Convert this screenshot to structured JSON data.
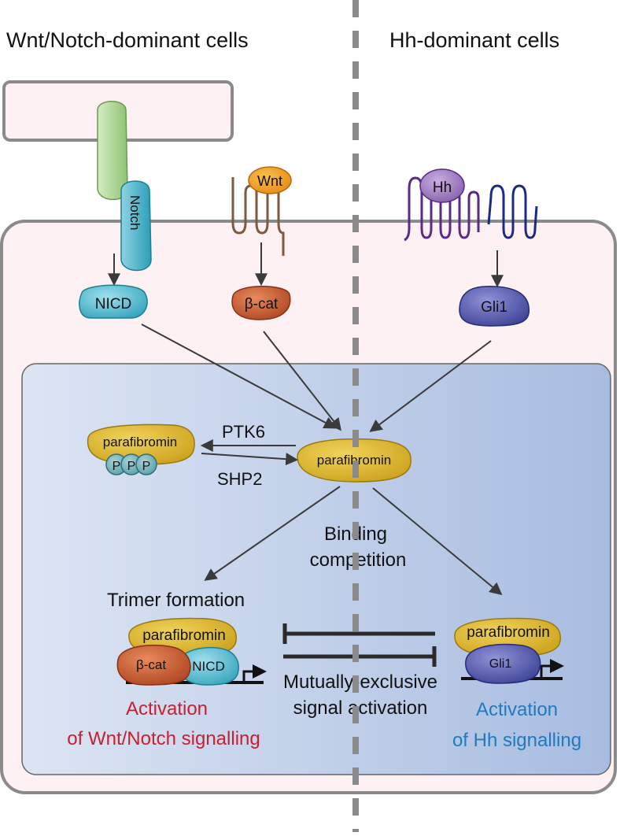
{
  "headers": {
    "left": "Wnt/Notch-dominant cells",
    "right": "Hh-dominant cells"
  },
  "ligands": {
    "notch": "Notch",
    "wnt": "Wnt",
    "hh": "Hh"
  },
  "effectors": {
    "nicd": "NICD",
    "beta_cat": "β-cat",
    "gli1": "Gli1"
  },
  "phospho": {
    "protein": "parafibromin",
    "p1": "P",
    "p2": "P",
    "p3": "P",
    "kinase": "PTK6",
    "phosphatase": "SHP2"
  },
  "center": {
    "protein": "parafibromin",
    "binding_line1": "Binding",
    "binding_line2": "competition"
  },
  "left_complex": {
    "title": "Trimer formation",
    "parafibromin": "parafibromin",
    "beta_cat": "β-cat",
    "nicd": "NICD",
    "result_line1": "Activation",
    "result_line2": "of Wnt/Notch signalling"
  },
  "right_complex": {
    "parafibromin": "parafibromin",
    "gli1": "Gli1",
    "result_line1": "Activation",
    "result_line2": "of Hh signalling"
  },
  "exclusion": {
    "line1": "Mutually-exclusive",
    "line2": "signal activation"
  },
  "colors": {
    "cell_fill": "#fdf1f4",
    "nucleus_left": "#d3def0",
    "nucleus_right": "#a9bde0",
    "parafibromin": "#d9b52e",
    "nicd": "#3fb3c9",
    "beta_cat": "#c2552a",
    "gli1": "#4b4fa6",
    "wnt": "#f39a1e",
    "hh": "#9670b5",
    "red_text": "#c8202f",
    "blue_text": "#1e7bc1"
  }
}
